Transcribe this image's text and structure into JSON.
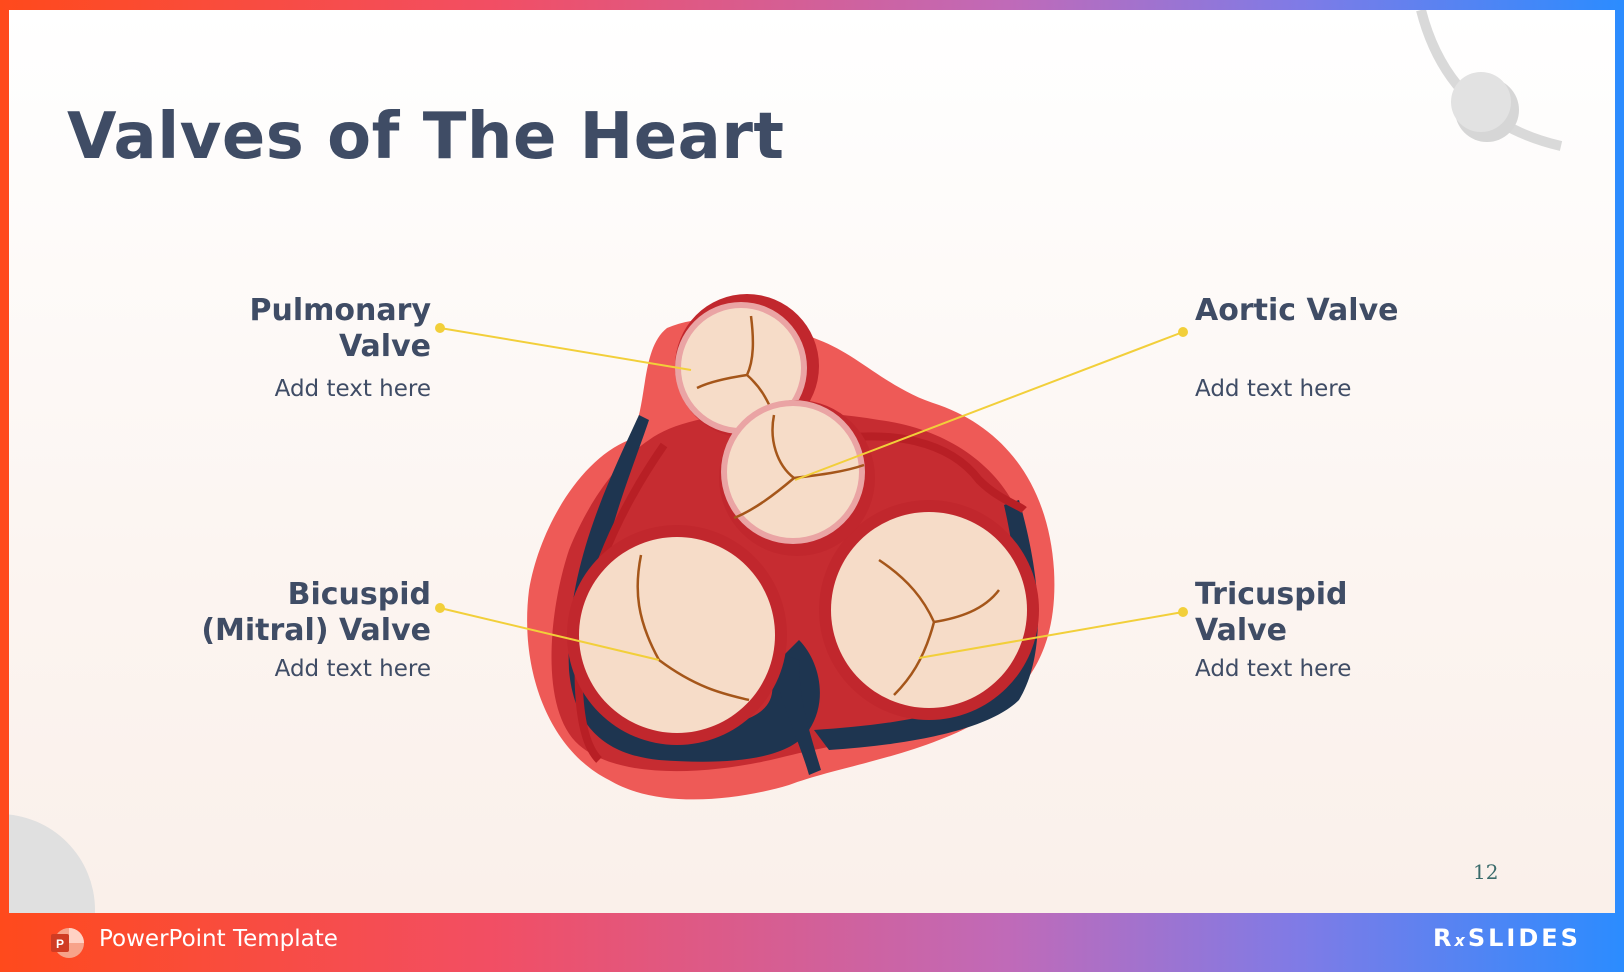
{
  "slide": {
    "title": "Valves of The Heart",
    "page_number": "12"
  },
  "labels": {
    "pulmonary": {
      "title": "Pulmonary\nValve",
      "text": "Add text here"
    },
    "aortic": {
      "title": "Aortic Valve",
      "text": "Add text here"
    },
    "bicuspid": {
      "title": "Bicuspid\n(Mitral) Valve",
      "text": "Add text here"
    },
    "tricuspid": {
      "title": "Tricuspid\nValve",
      "text": "Add text here"
    }
  },
  "footer": {
    "template_label": "PowerPoint Template",
    "app_icon_letter": "P",
    "brand_prefix": "R",
    "brand_sub": "x",
    "brand_name": "SLIDES"
  },
  "colors": {
    "title": "#3f4c65",
    "leader_line": "#f2cf3a",
    "heart_muscle": "#ee5a57",
    "heart_dark": "#c1272d",
    "valve_fill": "#f6dcc8",
    "vessel_dark": "#1e3550"
  }
}
